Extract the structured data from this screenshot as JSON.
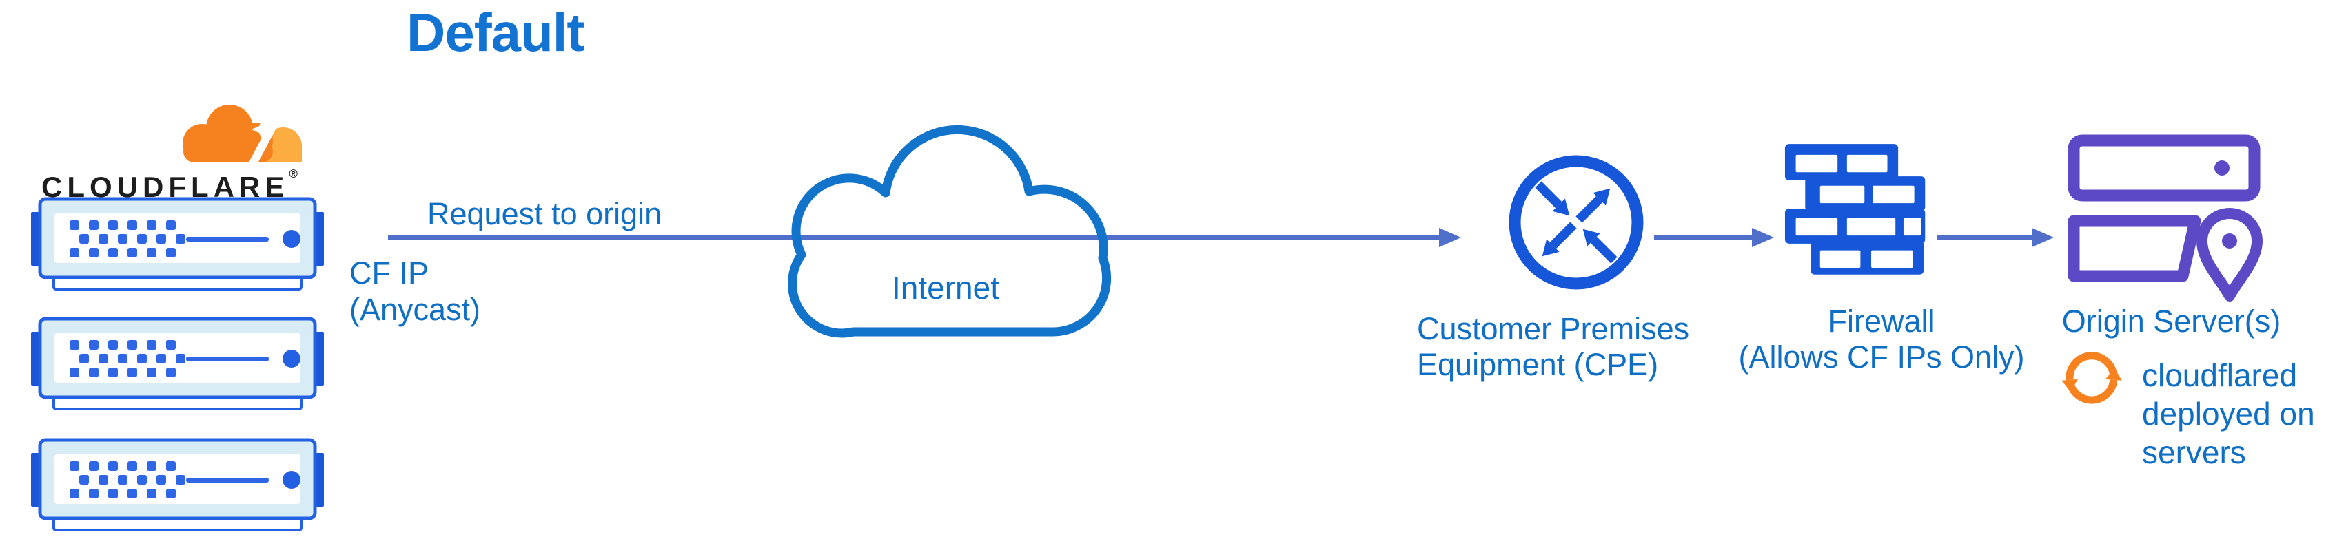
{
  "title": "Default",
  "logo": {
    "wordmark": "CLOUDFLARE",
    "registered": "®"
  },
  "flow": {
    "request_label": "Request to origin",
    "cf_ip_line1": "CF IP",
    "cf_ip_line2": "(Anycast)"
  },
  "internet": {
    "label": "Internet"
  },
  "cpe": {
    "line1": "Customer Premises",
    "line2": "Equipment (CPE)"
  },
  "firewall": {
    "line1": "Firewall",
    "line2": "(Allows CF IPs Only)"
  },
  "origin": {
    "label": "Origin Server(s)",
    "note_line1": "cloudflared",
    "note_line2": "deployed on",
    "note_line3": "servers"
  },
  "icons": {
    "cloudflare-logo-cloud-icon": "orange two-tone cloud with white sparkle",
    "edge-server-icon": "blue rack server with dot matrix, line and power dot",
    "internet-cloud-icon": "blue outlined cloud",
    "cpe-router-icon": "blue circle with four diagonal routing arrows",
    "firewall-icon": "blue brick wall",
    "origin-servers-icon": "purple stacked servers with location pin",
    "sync-icon": "orange circular refresh arrows"
  },
  "colors": {
    "title_blue": "#1273d2",
    "label_blue": "#0e6fc5",
    "arrow_slate": "#4f6fca",
    "royal_blue": "#1656d8",
    "cloud_blue": "#1173c9",
    "server_blue": "#2361e2",
    "server_tab_blue": "#1b55d8",
    "server_dot_blue": "#2f66e6",
    "server_band": "#d7ecf4",
    "purple": "#5b49c6",
    "orange": "#f6821f",
    "orange_light": "#fbad41",
    "wordmark_black": "#1d1d1d"
  }
}
